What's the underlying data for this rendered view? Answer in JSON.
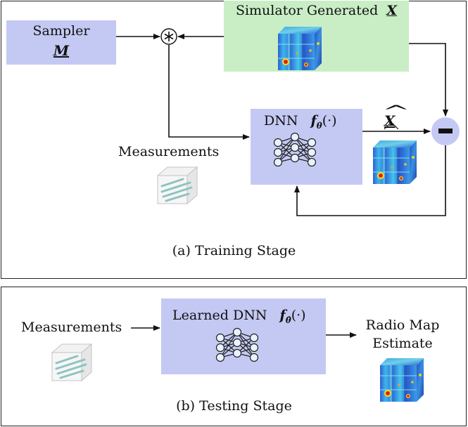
{
  "training": {
    "sampler_label": "Sampler",
    "sampler_symbol": "M",
    "simulator_label": "Simulator Generated",
    "simulator_symbol": "X",
    "multiply_symbol": "⊛",
    "dnn_label": "DNN",
    "dnn_func": "f",
    "dnn_sub": "θ",
    "dnn_args": "(·)",
    "estimate_symbol": "X",
    "estimate_hat": "^",
    "measurements_label": "Measurements",
    "minus_symbol": "−",
    "caption": "(a) Training Stage"
  },
  "testing": {
    "measurements_label": "Measurements",
    "dnn_label": "Learned DNN",
    "dnn_func": "f",
    "dnn_sub": "θ̂",
    "dnn_args": "(·)",
    "output_line1": "Radio Map",
    "output_line2": "Estimate",
    "caption": "(b) Testing Stage"
  },
  "colors": {
    "dnn_box": "#c4c9f3",
    "sampler_box": "#c4c9f3",
    "simulator_box": "#c9eec6",
    "minus_circle": "#c4c9f3",
    "measurement_line": "#8fc3c0"
  }
}
